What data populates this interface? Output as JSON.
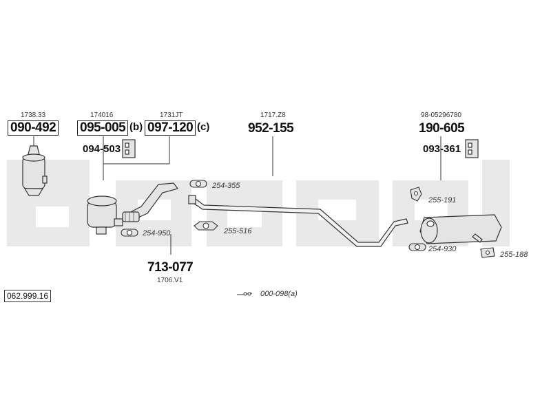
{
  "diagram": {
    "reference": "062.999.16",
    "colors": {
      "line": "#333333",
      "part_fill": "#e4e4e4",
      "watermark": "#e6e6e6"
    },
    "groups": [
      {
        "oe": "1738.33",
        "part": "090-492"
      },
      {
        "oe": "174016",
        "part": "095-005",
        "suffix": "(b)"
      },
      {
        "oe": "1731JT",
        "part": "097-120",
        "suffix": "(c)"
      },
      {
        "oe": "1717.Z8",
        "part": "952-155"
      },
      {
        "oe": "98-05296780",
        "part": "190-605"
      }
    ],
    "bottom_group": {
      "part": "713-077",
      "oe": "1706.V1"
    },
    "sub_parts": {
      "left_bracket": "094-503",
      "right_bracket": "093-361"
    },
    "small_parts": {
      "gasket_a": "254-355",
      "clamp_a": "255-516",
      "gasket_b": "254-950",
      "hanger_a": "255-191",
      "gasket_c": "254-930",
      "hanger_b": "255-188",
      "kit": "000-098(a)"
    }
  }
}
